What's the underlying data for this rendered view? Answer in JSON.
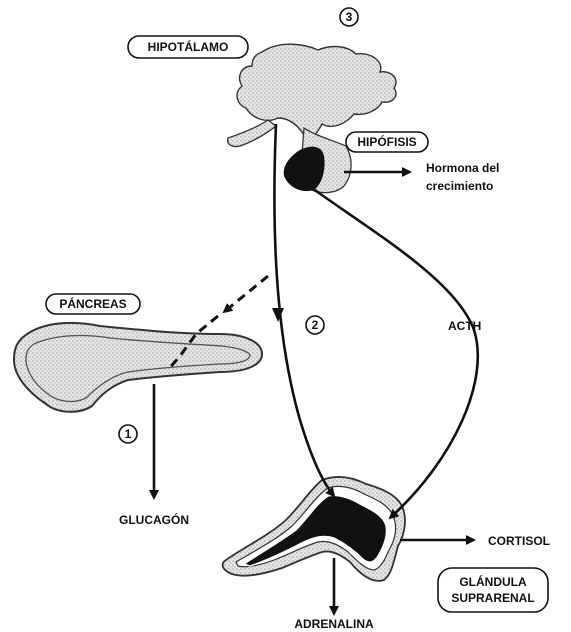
{
  "labels": {
    "hypothalamus": "HIPOTÁLAMO",
    "pituitary": "HIPÓFISIS",
    "growth_hormone_line1": "Hormona del",
    "growth_hormone_line2": "crecimiento",
    "pancreas": "PÁNCREAS",
    "acth": "ACTH",
    "glucagon": "GLUCAGÓN",
    "cortisol": "CORTISOL",
    "adrenal_line1": "GLÁNDULA",
    "adrenal_line2": "SUPRARENAL",
    "adrenaline": "ADRENALINA"
  },
  "markers": {
    "one": "1",
    "two": "2",
    "three": "3"
  }
}
